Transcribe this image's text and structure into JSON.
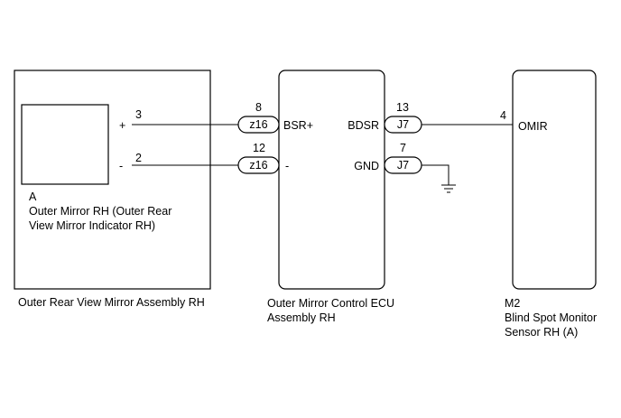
{
  "components": {
    "mirror_assembly": {
      "label": "Outer Rear View Mirror Assembly RH",
      "inner": {
        "ref": "A",
        "name_line1": "Outer Mirror RH (Outer Rear",
        "name_line2": "View Mirror Indicator RH)",
        "plus": "+",
        "minus": "-"
      }
    },
    "control_ecu": {
      "label_line1": "Outer Mirror Control ECU",
      "label_line2": "Assembly RH",
      "pins": {
        "bsr_plus": "BSR+",
        "bsr_minus": "-",
        "bdsr": "BDSR",
        "gnd": "GND"
      }
    },
    "bsm_sensor": {
      "ref": "M2",
      "label_line1": "Blind Spot Monitor",
      "label_line2": "Sensor RH (A)",
      "pin": "OMIR"
    }
  },
  "wires": [
    {
      "id": "w1",
      "from_pin": "3",
      "to_pin": "8",
      "connector": "z16"
    },
    {
      "id": "w2",
      "from_pin": "2",
      "to_pin": "12",
      "connector": "z16"
    },
    {
      "id": "w3",
      "from_pin": "13",
      "connector": "J7",
      "to_pin": "4"
    },
    {
      "id": "w4",
      "from_pin": "7",
      "connector": "J7",
      "to": "ground"
    }
  ]
}
